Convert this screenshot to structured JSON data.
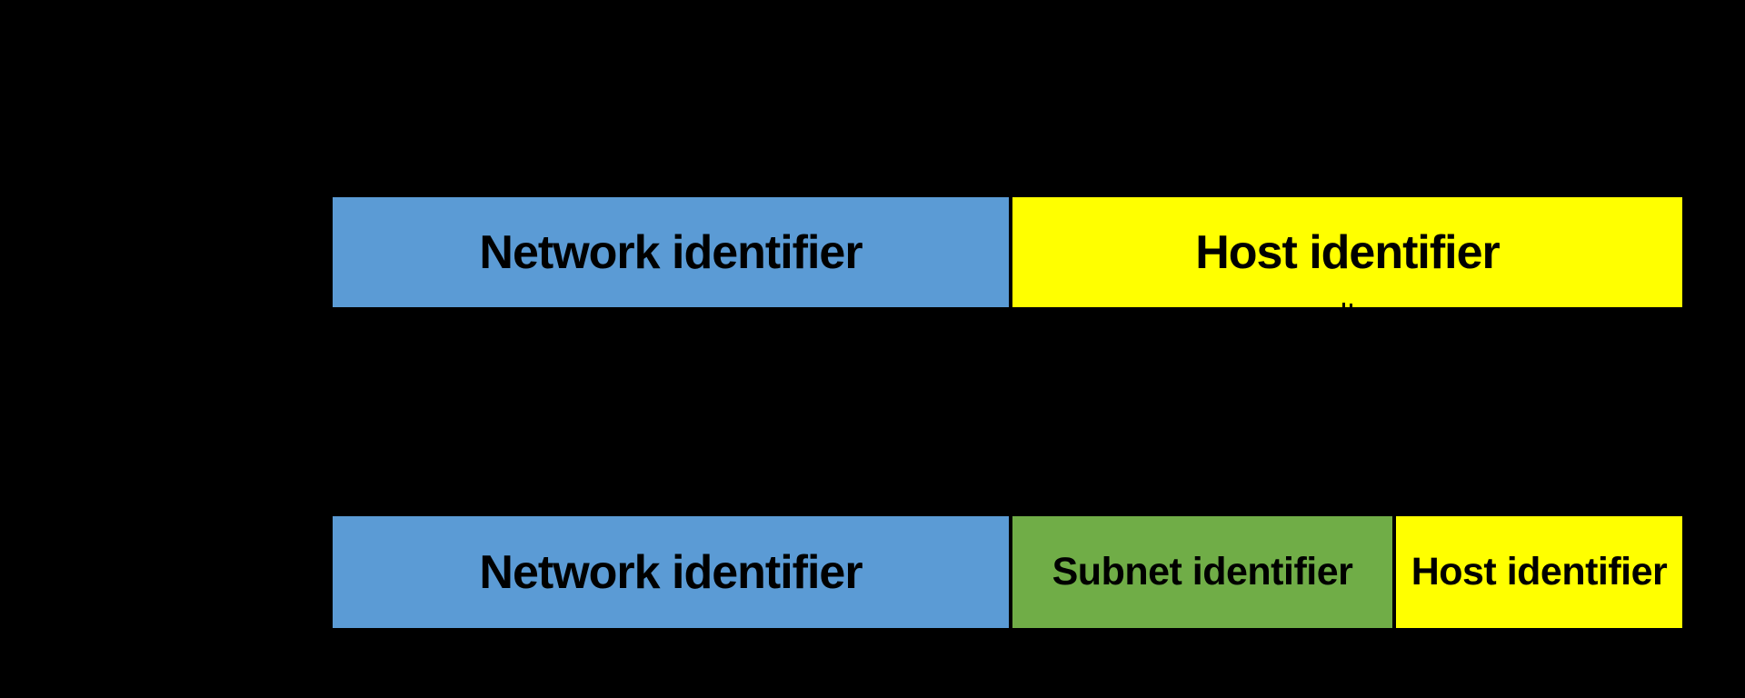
{
  "canvas": {
    "background": "#000000"
  },
  "palette": {
    "network": "#5B9BD5",
    "subnet": "#70AD47",
    "host": "#FFFF00",
    "label_text": "#000000"
  },
  "rows": [
    {
      "name": "address-without-subnetting",
      "segments": [
        {
          "key": "network",
          "label": "Network identifier",
          "color": "#5B9BD5"
        },
        {
          "key": "host",
          "label": "Host identifier",
          "color": "#FFFF00"
        }
      ]
    },
    {
      "name": "address-with-subnetting",
      "segments": [
        {
          "key": "network",
          "label": "Network identifier",
          "color": "#5B9BD5"
        },
        {
          "key": "subnet",
          "label": "Subnet identifier",
          "color": "#70AD47"
        },
        {
          "key": "host",
          "label": "Host identifier",
          "color": "#FFFF00"
        }
      ]
    }
  ]
}
